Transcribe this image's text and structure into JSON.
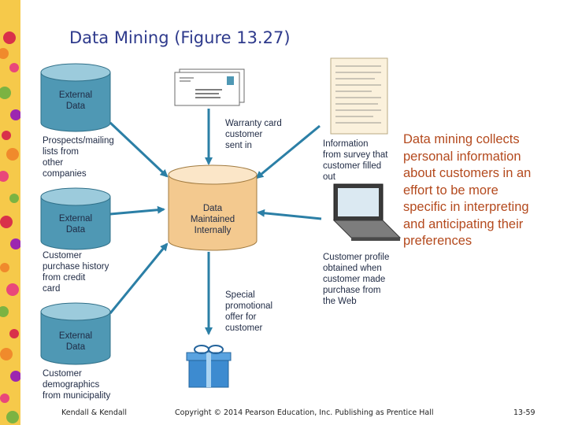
{
  "title": "Data Mining (Figure 13.27)",
  "center_db": {
    "label_lines": [
      "Data",
      "Maintained",
      "Internally"
    ]
  },
  "external_dbs": [
    {
      "label_lines": [
        "External",
        "Data"
      ],
      "caption_lines": [
        "Prospects/mailing",
        "lists from",
        "other",
        "companies"
      ]
    },
    {
      "label_lines": [
        "External",
        "Data"
      ],
      "caption_lines": [
        "Customer",
        "purchase history",
        "from credit",
        "card"
      ]
    },
    {
      "label_lines": [
        "External",
        "Data"
      ],
      "caption_lines": [
        "Customer",
        "demographics",
        "from municipality"
      ]
    }
  ],
  "warranty": {
    "caption_lines": [
      "Warranty card",
      "customer",
      "sent in"
    ]
  },
  "survey": {
    "caption_lines": [
      "Information",
      "from survey that",
      "customer filled",
      "out"
    ]
  },
  "laptop": {
    "caption_lines": [
      "Customer profile",
      "obtained when",
      "customer made",
      "purchase from",
      "the Web"
    ]
  },
  "offer": {
    "caption_lines": [
      "Special",
      "promotional",
      "offer for",
      "customer"
    ]
  },
  "side_note": "Data mining collects personal information about customers in an effort to be more specific in interpreting and anticipating their preferences",
  "footer": {
    "left": "Kendall & Kendall",
    "center": "Copyright © 2014 Pearson Education, Inc. Publishing as Prentice Hall",
    "right": "13-59"
  },
  "colors": {
    "ext_db": "#4f98b4",
    "ext_db_top": "#9ccbdc",
    "center_db": "#f3c98f",
    "center_db_top": "#fbe6c8",
    "arrow": "#2b7fa6",
    "title": "#2e3a8c",
    "side_note": "#b44a1e",
    "strip": "#f6c94a"
  }
}
